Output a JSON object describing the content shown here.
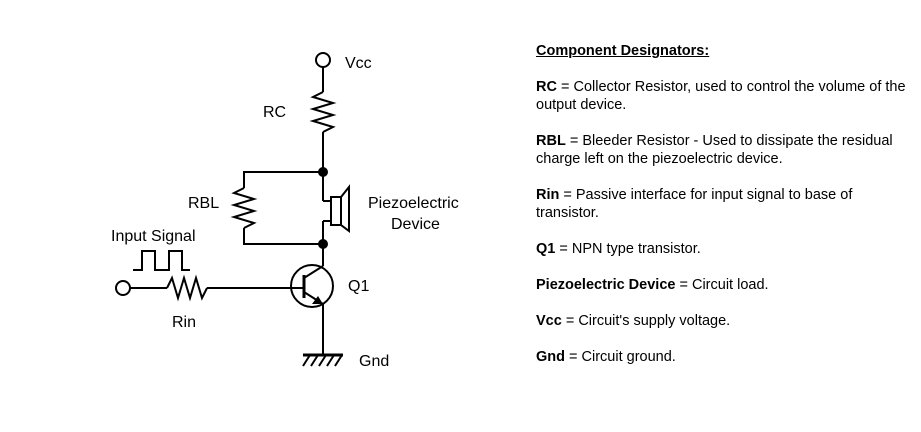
{
  "labels": {
    "vcc": "Vcc",
    "rc": "RC",
    "rbl": "RBL",
    "piezo_line1": "Piezoelectric",
    "piezo_line2": "Device",
    "input_signal": "Input Signal",
    "rin": "Rin",
    "q1": "Q1",
    "gnd": "Gnd"
  },
  "legend": {
    "title": "Component Designators:",
    "items": [
      {
        "term": "RC",
        "desc": " = Collector Resistor, used to control the volume of the output device."
      },
      {
        "term": "RBL",
        "desc": " = Bleeder Resistor - Used to dissipate the residual charge left on the piezoelectric device."
      },
      {
        "term": "Rin",
        "desc": " = Passive interface for input signal to base of transistor."
      },
      {
        "term": "Q1",
        "desc": " = NPN type transistor."
      },
      {
        "term": "Piezoelectric Device",
        "desc": " = Circuit load."
      },
      {
        "term": "Vcc",
        "desc": " = Circuit's supply voltage."
      },
      {
        "term": "Gnd",
        "desc": " = Circuit ground."
      }
    ]
  }
}
